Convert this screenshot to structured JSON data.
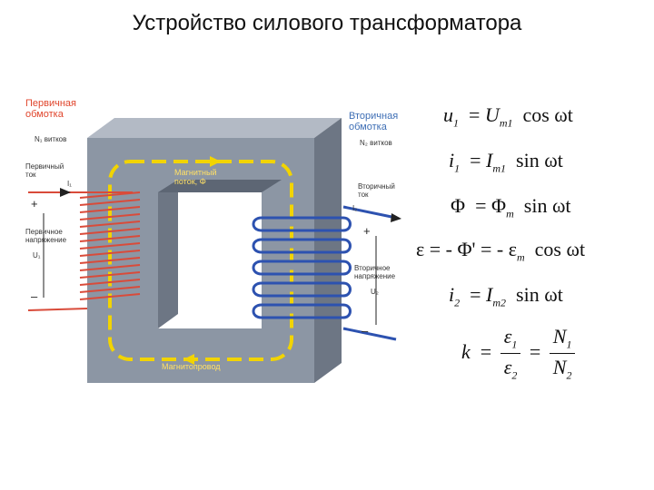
{
  "title": "Устройство силового трансформатора",
  "labels": {
    "primary_winding": "Первичная\nобмотка",
    "primary_turns": "N₁ витков",
    "primary_current": "Первичный\nток",
    "i1": "I₁",
    "primary_voltage": "Первичное\nнапряжение",
    "u1": "U₁",
    "secondary_winding": "Вторичная\nобмотка",
    "secondary_turns": "N₂ витков",
    "secondary_current": "Вторичный\nток",
    "i2": "I₂",
    "secondary_voltage": "Вторичное\nнапряжение",
    "u2": "U₂",
    "magnetic_flux": "Магнитный\nпоток, Φ",
    "magnetic_core": "Магнитопровод",
    "plus": "+",
    "minus": "–"
  },
  "formulas": {
    "u1_lhs": "u",
    "u1_lhs_sub": "1",
    "u1_rhs": "U",
    "u1_rhs_sub": "m1",
    "u1_fn": "cos ωt",
    "i1_lhs": "i",
    "i1_lhs_sub": "1",
    "i1_rhs": "I",
    "i1_rhs_sub": "m1",
    "i1_fn": "sin ωt",
    "phi_lhs": "Φ",
    "phi_rhs": "Φ",
    "phi_rhs_sub": "m",
    "phi_fn": "sin ωt",
    "eps_expr": "ε = - Φ' = - ε",
    "eps_sub": "m",
    "eps_fn": "cos ωt",
    "i2_lhs": "i",
    "i2_lhs_sub": "2",
    "i2_rhs": "I",
    "i2_rhs_sub": "m2",
    "i2_fn": "sin ωt",
    "k": "k",
    "eps1": "ε",
    "eps1_sub": "1",
    "eps2": "ε",
    "eps2_sub": "2",
    "n1": "N",
    "n1_sub": "1",
    "n2": "N",
    "n2_sub": "2"
  },
  "colors": {
    "core": "#8c96a4",
    "core_dark": "#6d7684",
    "core_light": "#b3bac5",
    "primary": "#d94b3a",
    "secondary": "#2d52b0",
    "flux": "#f2d400"
  }
}
